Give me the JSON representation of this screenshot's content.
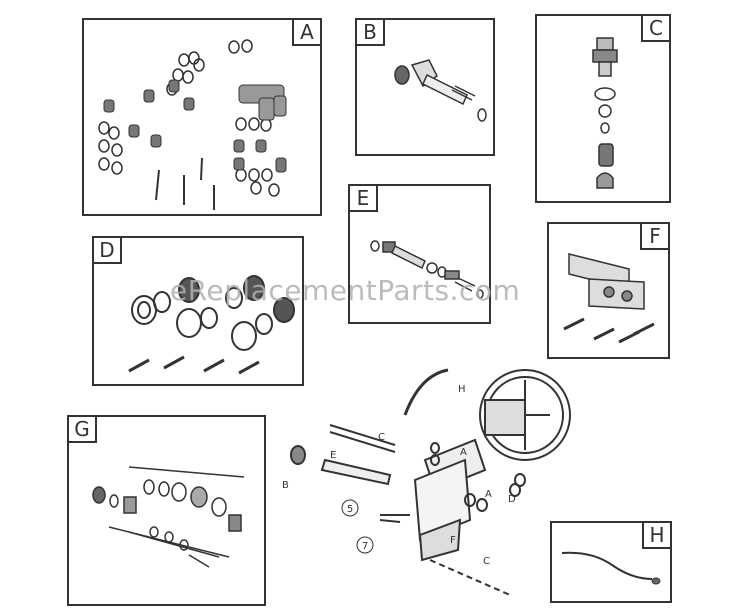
{
  "kits": {
    "a": {
      "letter": "A"
    },
    "b": {
      "letter": "B"
    },
    "c": {
      "letter": "C"
    },
    "d": {
      "letter": "D"
    },
    "e": {
      "letter": "E"
    },
    "f": {
      "letter": "F"
    },
    "g": {
      "letter": "G"
    },
    "h": {
      "letter": "H"
    }
  },
  "watermark": "eReplacementParts.com",
  "assembly": {
    "callouts": [
      "A",
      "B",
      "C",
      "D",
      "E",
      "F",
      "C",
      "H",
      "A"
    ],
    "circle_labels": [
      "5",
      "7"
    ]
  }
}
